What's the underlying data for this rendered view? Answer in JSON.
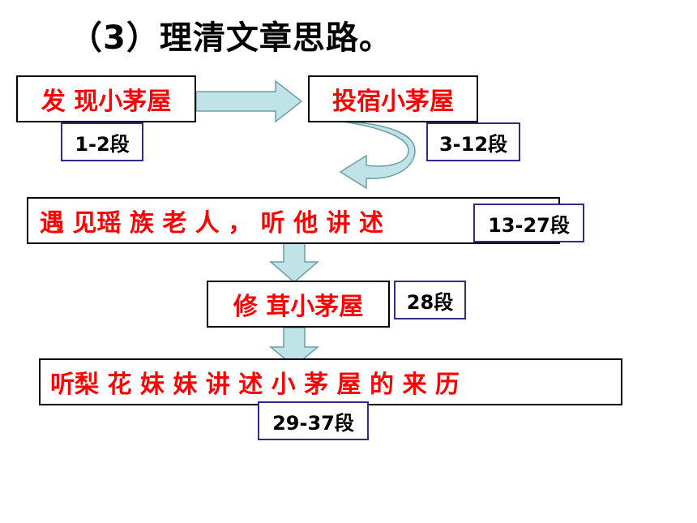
{
  "title": "（3）理清文章思路。",
  "steps": [
    {
      "text": "发 现小茅屋",
      "segment": "1-2段"
    },
    {
      "text": "投宿小茅屋",
      "segment": "3-12段"
    },
    {
      "text": "遇 见瑶 族 老 人 ， 听 他 讲 述",
      "segment": "13-27段"
    },
    {
      "text": "修 茸小茅屋",
      "segment": "28段"
    },
    {
      "text": "听梨 花 妹 妹 讲 述 小 茅 屋 的 来 历",
      "segment": "29-37段"
    }
  ],
  "colors": {
    "step_text": "#ff0000",
    "segment_border": "#2e2e8a",
    "arrow_fill": "#bfe3e6",
    "arrow_stroke": "#6b9fa6"
  }
}
